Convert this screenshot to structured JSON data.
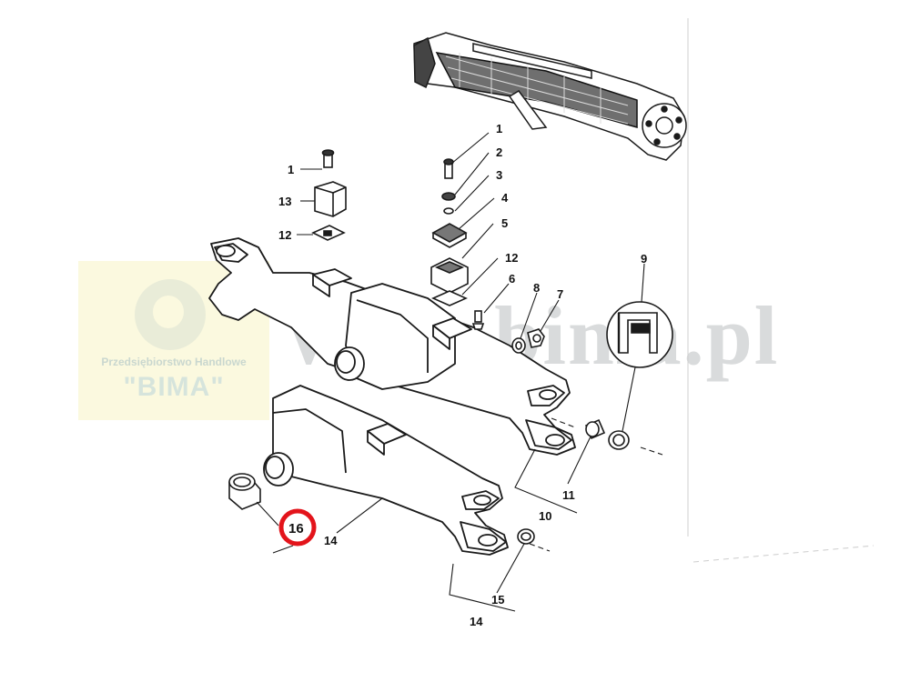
{
  "logo": {
    "company_line": "Przedsiębiorstwo Handlowe",
    "company_name": "\"BIMA\""
  },
  "watermark": {
    "text": "www.bima.pl"
  },
  "callouts": {
    "c1_left": "1",
    "c13": "13",
    "c12_left": "12",
    "c1_right": "1",
    "c2": "2",
    "c3": "3",
    "c4": "4",
    "c5": "5",
    "c12_right": "12",
    "c6": "6",
    "c8": "8",
    "c7": "7",
    "c9": "9",
    "c11": "11",
    "c10": "10",
    "c16": "16",
    "c14_left": "14",
    "c15": "15",
    "c14_bottom": "14"
  },
  "highlight": {
    "part": "16",
    "color": "#e3141b"
  }
}
